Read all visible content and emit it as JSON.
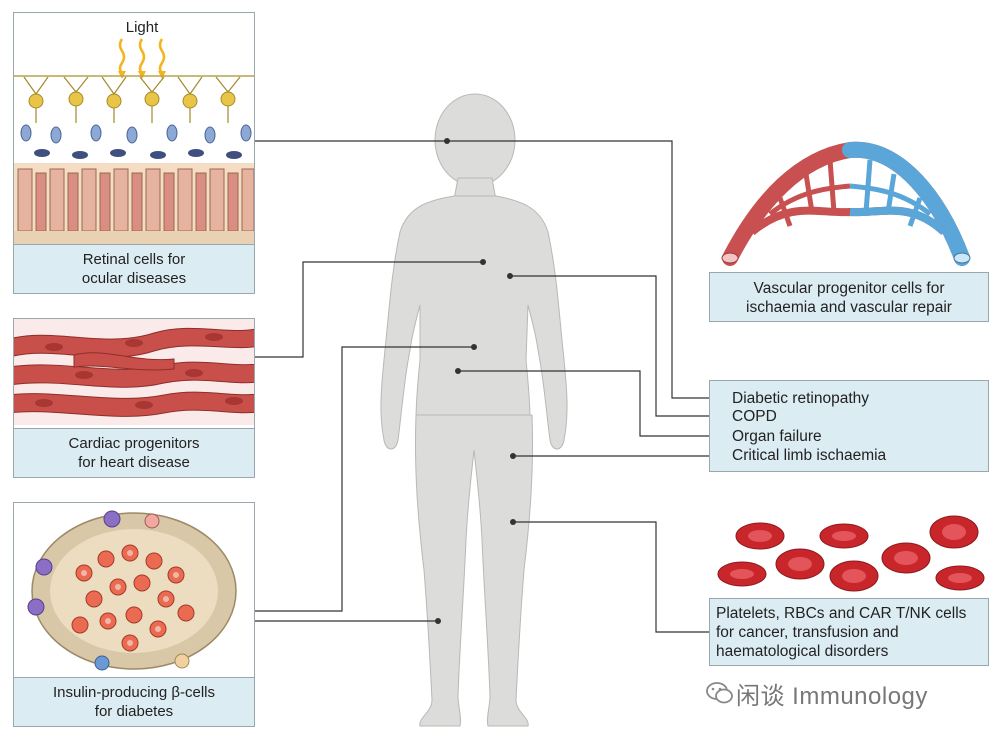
{
  "panels": {
    "retinal": {
      "light_label": "Light",
      "caption_line1": "Retinal cells for",
      "caption_line2": "ocular diseases"
    },
    "cardiac": {
      "caption_line1": "Cardiac progenitors",
      "caption_line2": "for heart disease"
    },
    "beta": {
      "caption_line1": "Insulin-producing β-cells",
      "caption_line2": "for diabetes"
    },
    "vascular": {
      "caption_line1": "Vascular progenitor cells for",
      "caption_line2": "ischaemia and vascular repair"
    },
    "conditions": {
      "items": [
        "Diabetic retinopathy",
        "COPD",
        "Organ failure",
        "Critical limb ischaemia"
      ]
    },
    "blood": {
      "line1": "Platelets, RBCs and CAR T/NK cells",
      "line2": "for cancer, transfusion and",
      "line3": "haematological disorders"
    }
  },
  "watermark": {
    "text": "闲谈 Immunology"
  },
  "colors": {
    "caption_bg": "#dcecf3",
    "border": "#9aa7ad",
    "body_silhouette": "#dcdcda",
    "connector": "#333333",
    "vessel_red": "#d04a4a",
    "vessel_blue": "#5aa6d8",
    "rbc_red": "#c8262b",
    "muscle_red": "#c9504a",
    "light_ray": "#f2b51d"
  }
}
